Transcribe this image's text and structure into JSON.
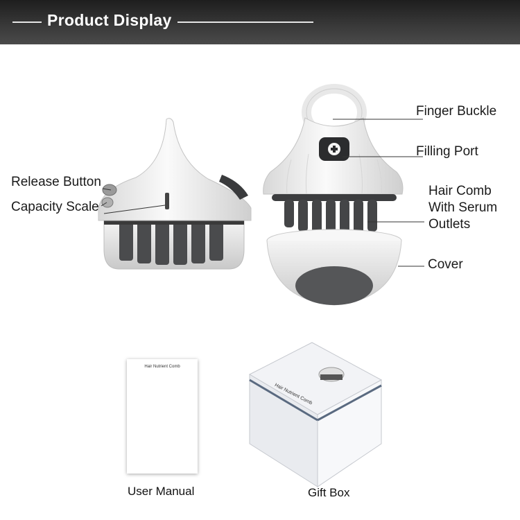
{
  "header": {
    "title": "Product Display"
  },
  "callouts": {
    "release_button": "Release Button",
    "capacity_scale": "Capacity Scale",
    "finger_buckle": "Finger Buckle",
    "filling_port": "Filling Port",
    "hair_comb_line1": "Hair Comb",
    "hair_comb_line2": "With Serum",
    "hair_comb_line3": "Outlets",
    "cover": "Cover"
  },
  "manual": {
    "title": "Hair Nutrient Comb"
  },
  "gift_box": {
    "brand": "Hair Nutrient Comb"
  },
  "captions": {
    "user_manual": "User Manual",
    "gift_box": "Gift Box"
  },
  "colors": {
    "header_bg": "#2e2e2e",
    "device_white": "#f2f2f2",
    "device_dark": "#3c3d3f",
    "box_accent": "#5a6a80"
  }
}
